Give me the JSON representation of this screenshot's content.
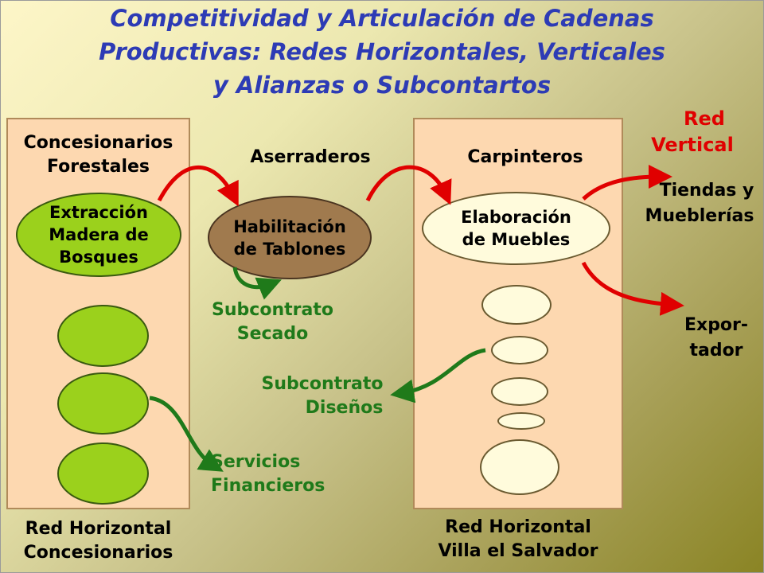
{
  "title": {
    "line1": "Competitividad y Articulación de Cadenas",
    "line2": "Productivas: Redes Horizontales, Verticales",
    "line3": "y Alianzas o Subcontartos"
  },
  "left_panel": {
    "header_line1": "Concesionarios",
    "header_line2": "Forestales",
    "main_node_line1": "Extracción",
    "main_node_line2": "Madera de",
    "main_node_line3": "Bosques",
    "footer_line1": "Red Horizontal",
    "footer_line2": "Concesionarios"
  },
  "middle": {
    "header": "Aserraderos",
    "node_line1": "Habilitación",
    "node_line2": "de Tablones",
    "sub_secado_line1": "Subcontrato",
    "sub_secado_line2": "Secado",
    "sub_disenos_line1": "Subcontrato",
    "sub_disenos_line2": "Diseños",
    "servicios_line1": "Servicios",
    "servicios_line2": "Financieros"
  },
  "right_panel": {
    "header": "Carpinteros",
    "node_line1": "Elaboración",
    "node_line2": "de Muebles",
    "footer_line1": "Red Horizontal",
    "footer_line2": "Villa el Salvador"
  },
  "outputs": {
    "red_vertical_line1": "Red",
    "red_vertical_line2": "Vertical",
    "tiendas_line1": "Tiendas y",
    "tiendas_line2": "Mueblerías",
    "exportador_line1": "Expor-",
    "exportador_line2": "tador"
  },
  "colors": {
    "title": "#2d3bb5",
    "panel_fill": "#fdd8b0",
    "green_node": "#9bd11c",
    "brown_node": "#a07a4e",
    "cream_node": "#fffbdc",
    "red_arrow": "#e00000",
    "green_arrow": "#1f7a1a"
  }
}
